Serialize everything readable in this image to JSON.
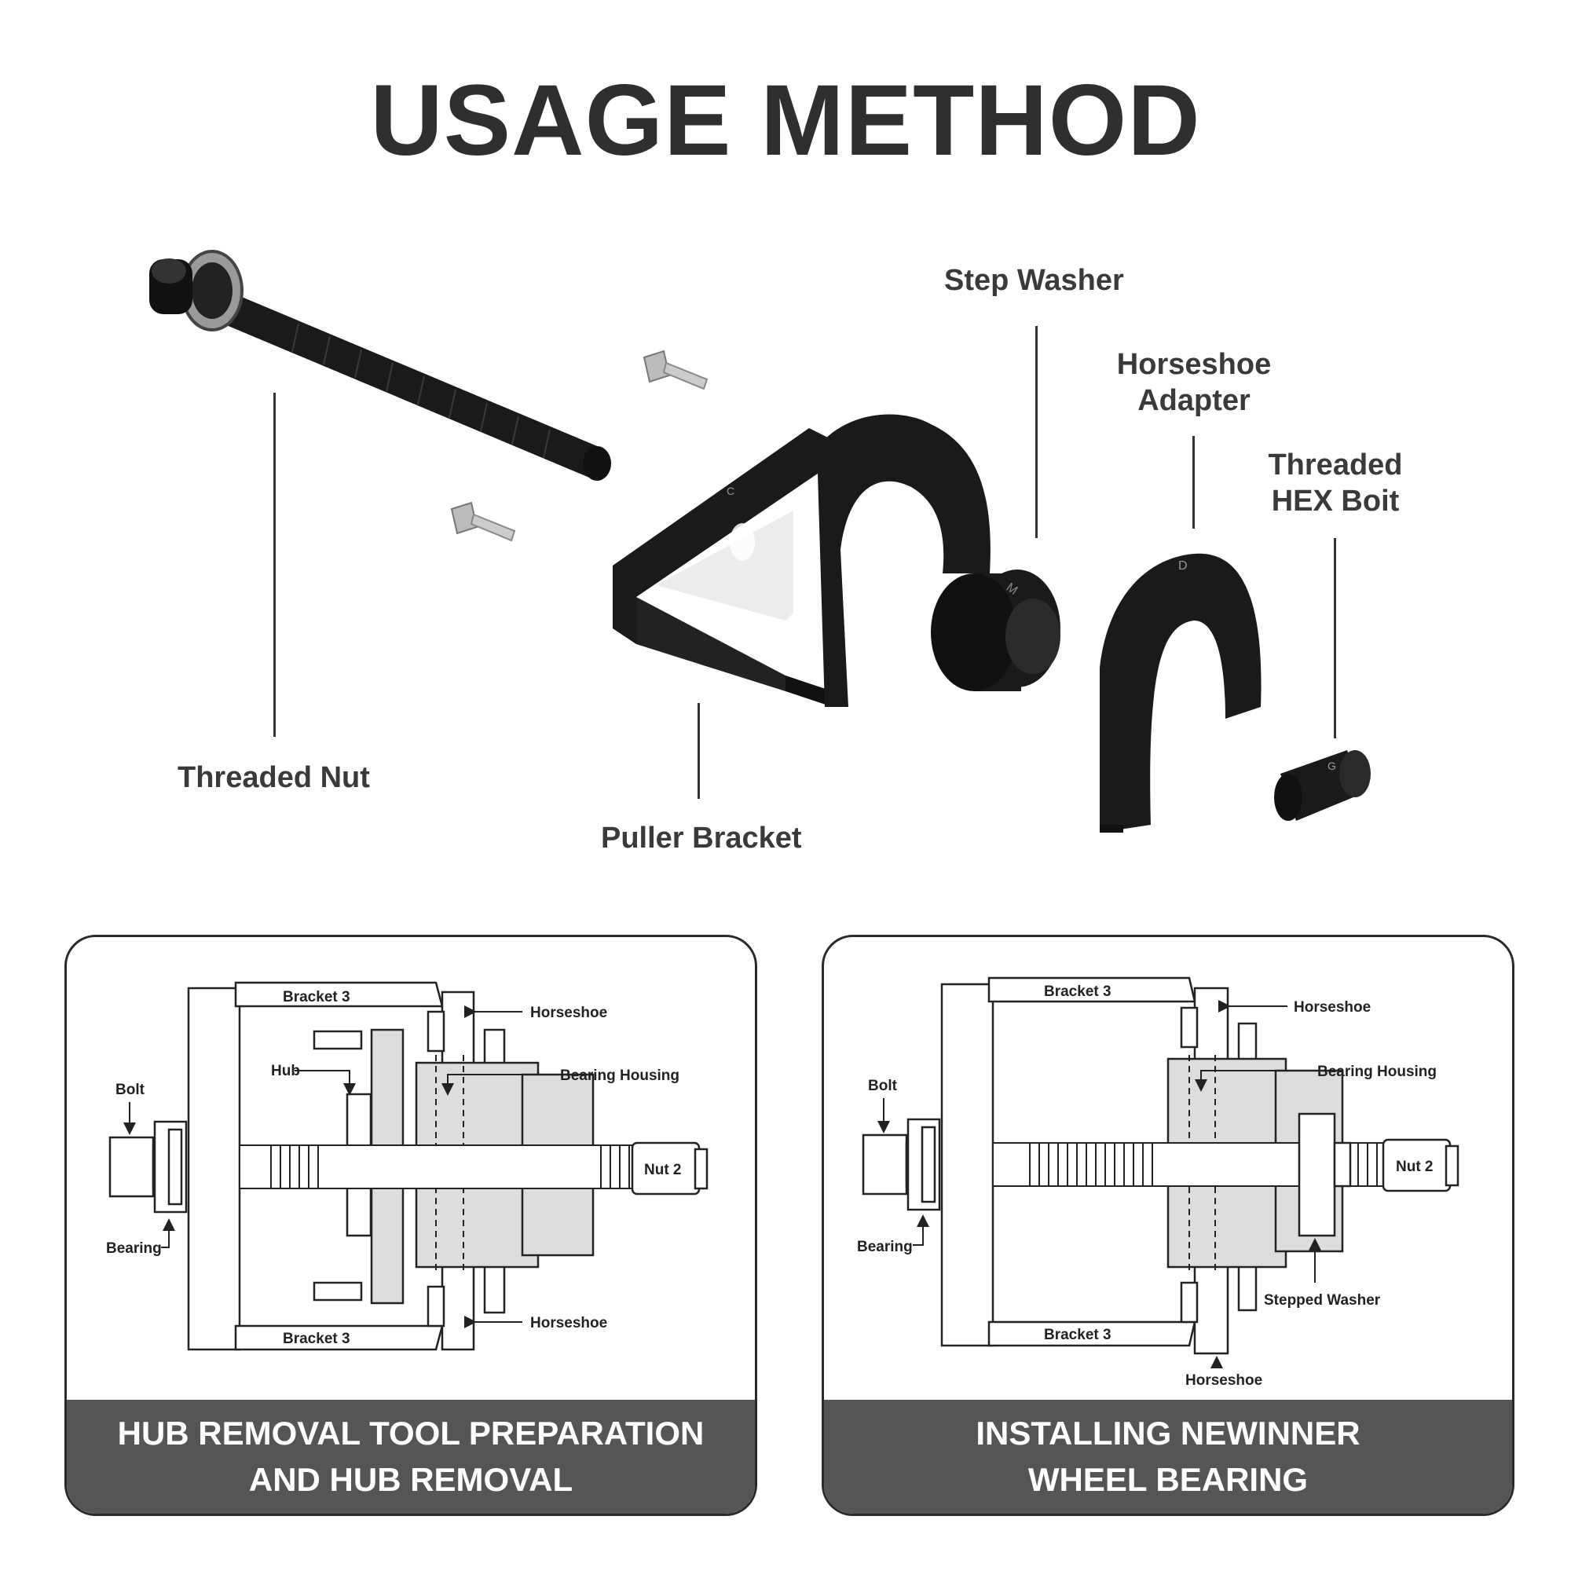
{
  "title": "USAGE METHOD",
  "parts": {
    "step_washer": "Step Washer",
    "horseshoe_adapter_line1": "Horseshoe",
    "horseshoe_adapter_line2": "Adapter",
    "threaded_hex_line1": "Threaded",
    "threaded_hex_line2": "HEX Boit",
    "threaded_nut": "Threaded Nut",
    "puller_bracket": "Puller Bracket"
  },
  "part_marks": {
    "bracket_letter": "C",
    "washer_letter": "M",
    "horseshoe_letter": "D",
    "hex_letter": "G"
  },
  "panel_left": {
    "caption": "HUB REMOVAL TOOL PREPARATION\nAND HUB REMOVAL",
    "labels": {
      "bracket_top": "Bracket 3",
      "bracket_bottom": "Bracket 3",
      "horseshoe_top": "Horseshoe",
      "horseshoe_bottom": "Horseshoe",
      "bolt": "Bolt",
      "hub": "Hub",
      "bearing_housing": "Bearing Housing",
      "nut2": "Nut 2",
      "bearing": "Bearing"
    }
  },
  "panel_right": {
    "caption": "INSTALLING NEWINNER\nWHEEL BEARING",
    "labels": {
      "bracket_top": "Bracket 3",
      "bracket_bottom": "Bracket 3",
      "horseshoe_top": "Horseshoe",
      "horseshoe_bottom": "Horseshoe",
      "bolt": "Bolt",
      "bearing_housing": "Bearing Housing",
      "nut2": "Nut 2",
      "bearing": "Bearing",
      "stepped_washer": "Stepped Washer"
    }
  },
  "colors": {
    "title": "#2f2f2f",
    "caption_bg": "#555555",
    "part_fill": "#1a1a1a",
    "diagram_gray": "#dddddd"
  }
}
